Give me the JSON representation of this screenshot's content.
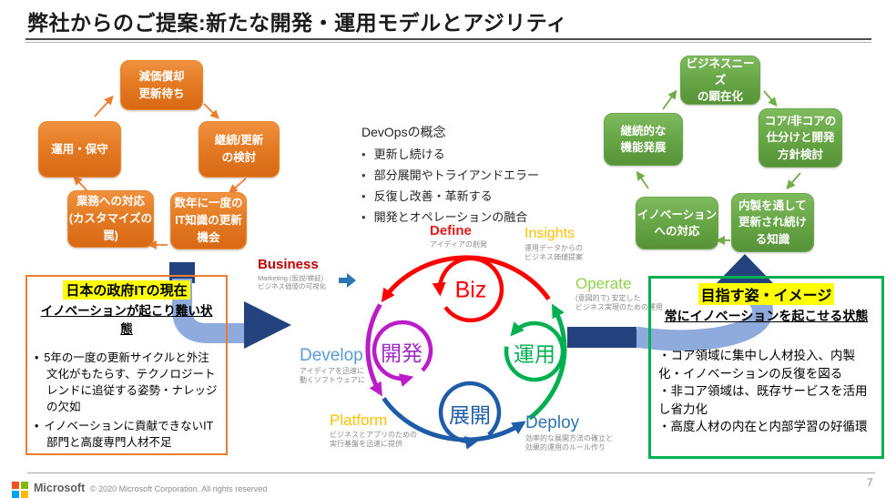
{
  "slide": {
    "title": "弊社からのご提案:新たな開発・運用モデルとアジリティ",
    "page_number": "7"
  },
  "legacy_cycle": {
    "boxes": [
      "減価償却\n更新待ち",
      "継続/更新\nの検討",
      "数年に一度の\nIT知識の更新\n機会",
      "業務への対応\n(カスタマイズの\n罠)",
      "運用・保守"
    ]
  },
  "current_state": {
    "title": "日本の政府ITの現在",
    "subtitle": "イノベーションが起こり難い状態",
    "bullets": [
      "5年の一度の更新サイクルと外注文化がもたらす、テクノロジートレンドに追従する姿勢・ナレッジの欠如",
      "イノベーションに貢献できないIT部門と高度専門人材不足"
    ]
  },
  "devops": {
    "heading": "DevOpsの概念",
    "bullets": [
      "更新し続ける",
      "部分展開やトライアンドエラー",
      "反復し改善・革新する",
      "開発とオペレーションの融合"
    ]
  },
  "cycle": {
    "nodes": {
      "biz": "Biz",
      "dev": "開発",
      "ops": "運用",
      "dep": "展開"
    },
    "stages": {
      "define": {
        "name": "Define",
        "desc": "アイディアの創発"
      },
      "insights": {
        "name": "Insights",
        "desc": "運用データからの\nビジネス価値提案"
      },
      "operate": {
        "name": "Operate",
        "desc": "(意図的で) 安定した\nビジネス実現のための運用"
      },
      "deploy": {
        "name": "Deploy",
        "desc": "効率的な展開方法の確立と\n効果的運用のルール作り"
      },
      "platform": {
        "name": "Platform",
        "desc": "ビジネスとアプリのための\n実行基盤を迅速に提供"
      },
      "develop": {
        "name": "Develop",
        "desc": "アイディアを迅速に\n動くソフトウェアに"
      },
      "business": {
        "name": "Business",
        "desc": "Marketing (仮説/検証)\nビジネス価値の可視化"
      }
    }
  },
  "target_cycle": {
    "boxes": [
      "ビジネスニーズ\nの顕在化",
      "コア/非コアの\n仕分けと開発\n方針検討",
      "内製を通して\n更新され続け\nる知識",
      "イノベーション\nへの対応",
      "継続的な\n機能発展"
    ]
  },
  "target_state": {
    "title": "目指す姿・イメージ",
    "subtitle": "常にイノベーションを起こせる状態",
    "lines": [
      "・コア領域に集中し人材投入、内製化・イノベーションの反復を図る",
      "・非コア領域は、既存サービスを活用し省力化",
      "・高度人材の内在と内部学習の好循環"
    ]
  },
  "footer": {
    "brand": "Microsoft",
    "copyright": "© 2020 Microsoft Corporation. All rights reserved",
    "page": "7"
  },
  "colors": {
    "orange": "#ED7D31",
    "green_box": "#69A848",
    "bright_green_border": "#00B050",
    "navy_arrow": "#24427E",
    "light_blue_band": "#8FAADC",
    "highlight_yellow": "#FFFF00",
    "ring_red": "#FF0000",
    "ring_green": "#00B050",
    "ring_blue": "#1F5CA8",
    "ring_purple": "#BB1CC8",
    "label_yellow": "#FFC000",
    "label_light_green": "#92D050",
    "label_light_blue": "#5B9BD5",
    "label_blue": "#2E74B5",
    "label_red": "#C00000",
    "ms_logo_colors": [
      "#F25022",
      "#7FBA00",
      "#00A4EF",
      "#FFB900"
    ]
  }
}
